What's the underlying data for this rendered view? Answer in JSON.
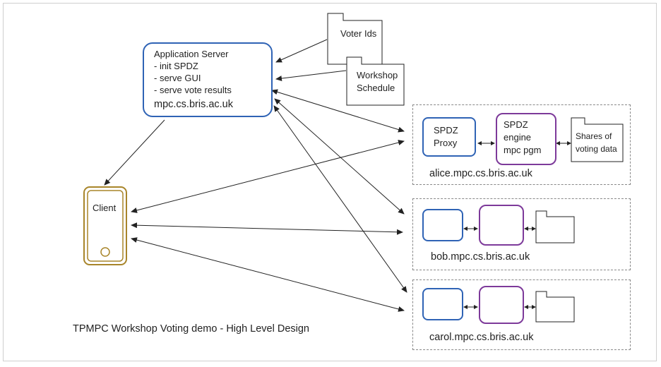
{
  "app_server": {
    "title": "Application Server",
    "items": [
      "- init SPDZ",
      "- serve GUI",
      "- serve vote results"
    ],
    "host": "mpc.cs.bris.ac.uk"
  },
  "files": {
    "voter_ids": "Voter Ids",
    "workshop_line1": "Workshop",
    "workshop_line2": "Schedule"
  },
  "client": {
    "label": "Client"
  },
  "nodes": [
    {
      "host": "alice.mpc.cs.bris.ac.uk",
      "proxy_lines": [
        "SPDZ",
        "Proxy"
      ],
      "engine_lines": [
        "SPDZ",
        "engine",
        "mpc pgm"
      ],
      "data_lines": [
        "Shares of",
        "voting data"
      ]
    },
    {
      "host": "bob.mpc.cs.bris.ac.uk"
    },
    {
      "host": "carol.mpc.cs.bris.ac.uk"
    }
  ],
  "caption": "TPMPC Workshop Voting demo - High Level Design",
  "colors": {
    "server": "#2f63b5",
    "engine": "#7d3a9a",
    "client": "#a8852a",
    "line": "#222222"
  }
}
